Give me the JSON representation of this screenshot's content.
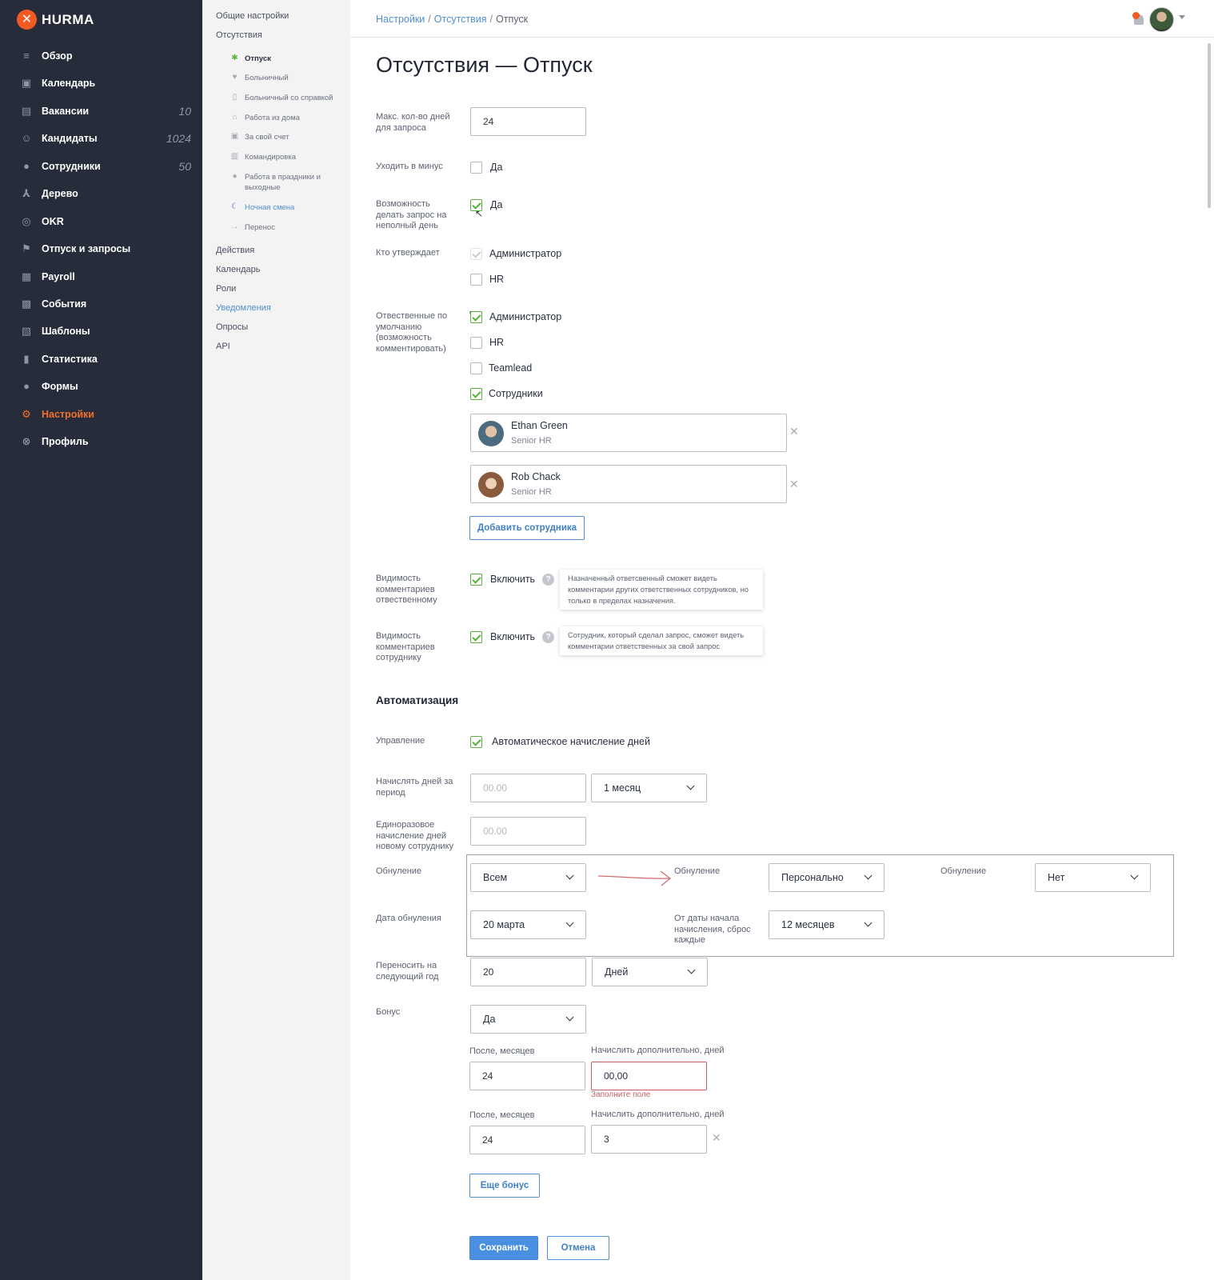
{
  "brand": {
    "name": "HURMA",
    "accent": "#f15a22"
  },
  "sidebar": {
    "items": [
      {
        "label": "Обзор",
        "icon": "overview-icon",
        "count": ""
      },
      {
        "label": "Календарь",
        "icon": "calendar-icon",
        "count": ""
      },
      {
        "label": "Вакансии",
        "icon": "vacancies-icon",
        "count": "10"
      },
      {
        "label": "Кандидаты",
        "icon": "candidates-icon",
        "count": "1024"
      },
      {
        "label": "Сотрудники",
        "icon": "employees-icon",
        "count": "50"
      },
      {
        "label": "Дерево",
        "icon": "tree-icon",
        "count": ""
      },
      {
        "label": "OKR",
        "icon": "okr-icon",
        "count": ""
      },
      {
        "label": "Отпуск и запросы",
        "icon": "vacation-icon",
        "count": ""
      },
      {
        "label": "Payroll",
        "icon": "payroll-icon",
        "count": ""
      },
      {
        "label": "События",
        "icon": "events-icon",
        "count": ""
      },
      {
        "label": "Шаблоны",
        "icon": "templates-icon",
        "count": ""
      },
      {
        "label": "Статистика",
        "icon": "statistics-icon",
        "count": ""
      },
      {
        "label": "Формы",
        "icon": "forms-icon",
        "count": ""
      },
      {
        "label": "Настройки",
        "icon": "settings-gear-icon",
        "count": "",
        "active": true
      },
      {
        "label": "Профиль",
        "icon": "profile-icon",
        "count": ""
      }
    ]
  },
  "submenu": {
    "general": "Общие настройки",
    "absences": "Отсутствия",
    "absence_types": [
      {
        "label": "Отпуск",
        "icon": "palm-icon"
      },
      {
        "label": "Больничный",
        "icon": "heart-icon"
      },
      {
        "label": "Больничный со справкой",
        "icon": "document-icon"
      },
      {
        "label": "Работа из дома",
        "icon": "home-icon"
      },
      {
        "label": "За свой счет",
        "icon": "wallet-icon"
      },
      {
        "label": "Командировка",
        "icon": "briefcase-icon"
      },
      {
        "label": "Работа в праздники и выходные",
        "icon": "person-icon"
      },
      {
        "label": "Ночная смена",
        "icon": "moon-icon"
      },
      {
        "label": "Перенос",
        "icon": "arrow-right-icon"
      }
    ],
    "actions": "Действия",
    "calendar": "Календарь",
    "roles": "Роли",
    "notifications": "Уведомления",
    "surveys": "Опросы",
    "api": "API"
  },
  "breadcrumbs": {
    "c1": "Настройки",
    "c2": "Отсутствия",
    "c3": "Отпуск",
    "sep": "/"
  },
  "page": {
    "title": "Отсутствия — Отпуск"
  },
  "form": {
    "max_days_label": "Макс. кол-во дней для запроса",
    "max_days_value": "24",
    "minus_label": "Уходить в минус",
    "yes": "Да",
    "partial_day_label": "Возможность делать запрос на неполный день",
    "approver_label": "Кто утверждает",
    "admin": "Администратор",
    "hr": "HR",
    "teamlead": "Teamlead",
    "employees": "Сотрудники",
    "responsible_label": "Отвественные по умолчанию (возможность комментировать)",
    "employees_list": [
      {
        "name": "Ethan Green",
        "role": "Senior HR"
      },
      {
        "name": "Rob Chack",
        "role": "Senior HR"
      }
    ],
    "add_employee": "Добавить сотрудника",
    "vis_responsible_label": "Видимость комментариев отвественному",
    "vis_employee_label": "Видимость комментариев сотруднику",
    "enable": "Включить",
    "help_mark": "?",
    "tooltip_responsible": "Назначенный ответсвенный сможет видеть комментарии других ответственных сотрудников, но только в пределах назначения.",
    "tooltip_employee": "Сотрудник, который сделал запрос, сможет видеть комментарии ответственных за свой запрос"
  },
  "automation": {
    "title": "Автоматизация",
    "manage_label": "Управление",
    "auto_accrual": "Автоматическое начисление дней",
    "period_label": "Начислять дней за период",
    "period_placeholder": "00.00",
    "period_select": "1 месяц",
    "onetime_label": "Единоразовое начисление дней новому сотруднику",
    "onetime_placeholder": "00.00",
    "reset_label": "Обнуление",
    "reset_value": "Всем",
    "reset_alt_value": "Персонально",
    "reset_alt2_value": "Нет",
    "reset_date_label": "Дата обнуления",
    "reset_date_value": "20 марта",
    "reset_from_label": "От даты начала начисления, сброс каждые",
    "reset_from_value": "12 месяцев",
    "carry_label": "Переносить на следующий год",
    "carry_value": "20",
    "carry_unit": "Дней",
    "bonus_label": "Бонус",
    "bonus_value": "Да",
    "after_months": "После, месяцев",
    "extra_days": "Начислить дополнительно, дней",
    "bonuses": [
      {
        "months": "24",
        "days": "00,00"
      },
      {
        "months": "24",
        "days": "3"
      }
    ],
    "required_error": "Заполните поле",
    "more_bonus": "Еще бонус"
  },
  "actions": {
    "save": "Сохранить",
    "cancel": "Отмена"
  }
}
